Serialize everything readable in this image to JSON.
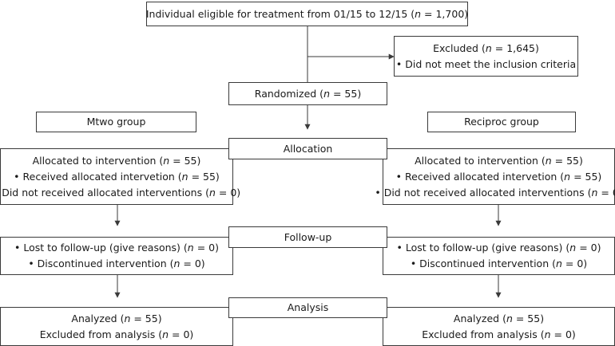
{
  "eligible": {
    "pre": "Individual eligible for treatment from 01/15 to 12/15 (",
    "n": "n",
    "post": " = 1,700)"
  },
  "excluded": {
    "title": {
      "pre": "Excluded (",
      "n": "n",
      "post": " = 1,645)"
    },
    "reason": "Did not meet the inclusion criteria"
  },
  "randomized": {
    "pre": "Randomized (",
    "n": "n",
    "post": " = 55)"
  },
  "groups": {
    "left": "Mtwo group",
    "right": "Reciproc group"
  },
  "stages": {
    "allocation": "Allocation",
    "followup": "Follow-up",
    "analysis": "Analysis"
  },
  "allocation_details": {
    "l1": {
      "pre": "Allocated to intervention (",
      "n": "n",
      "post": " = 55)"
    },
    "l2": {
      "pre": "Received allocated intervetion (",
      "n": "n",
      "post": " = 55)"
    },
    "l3": {
      "pre": "Did not received allocated interventions (",
      "n": "n",
      "post": " = 0)"
    }
  },
  "followup_details": {
    "l1": {
      "pre": "Lost to follow-up (give reasons) (",
      "n": "n",
      "post": " = 0)"
    },
    "l2": {
      "pre": "Discontinued intervention (",
      "n": "n",
      "post": " = 0)"
    }
  },
  "analysis_details": {
    "l1": {
      "pre": "Analyzed (",
      "n": "n",
      "post": " = 55)"
    },
    "l2": {
      "pre": "Excluded from analysis (",
      "n": "n",
      "post": " = 0)"
    }
  }
}
